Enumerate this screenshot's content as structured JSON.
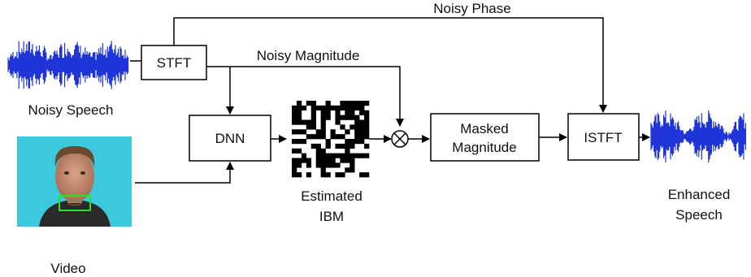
{
  "diagram": {
    "blocks": {
      "stft": "STFT",
      "dnn": "DNN",
      "masked_line1": "Masked",
      "masked_line2": "Magnitude",
      "istft": "ISTFT"
    },
    "labels": {
      "noisy_phase": "Noisy Phase",
      "noisy_magnitude": "Noisy Magnitude",
      "noisy_speech": "Noisy Speech",
      "estimated_line1": "Estimated",
      "estimated_line2": "IBM",
      "enhanced_line1": "Enhanced",
      "enhanced_line2": "Speech",
      "video": "Video"
    },
    "operators": {
      "multiply": "⊗"
    },
    "colors": {
      "waveform": "#1f35d8",
      "video_bg": "#3cc9dc",
      "mouth_box": "#2ee02e",
      "line": "#000000"
    }
  }
}
